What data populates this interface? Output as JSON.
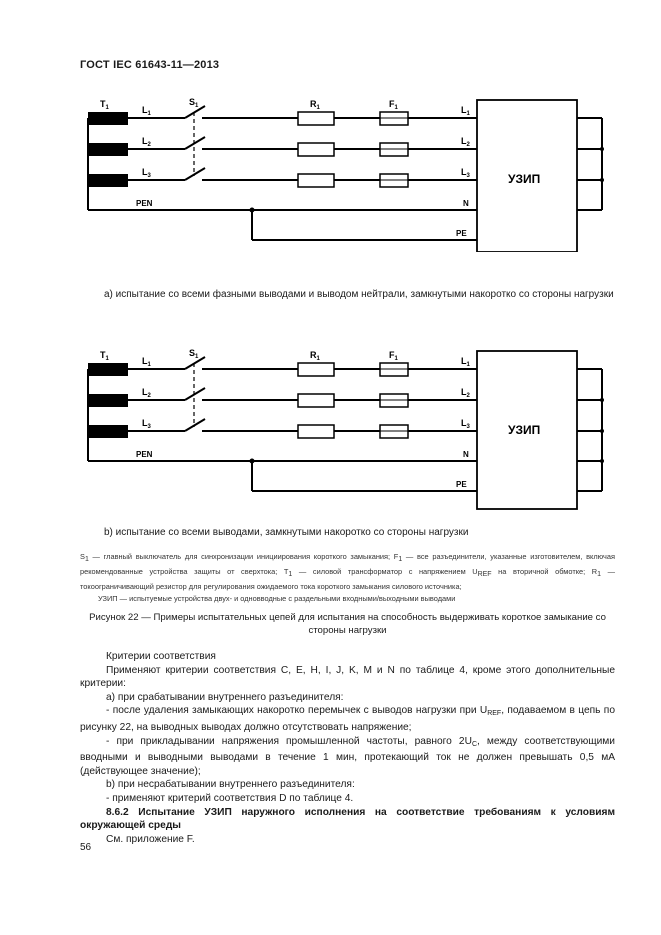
{
  "header": {
    "standard": "ГОСТ IEC 61643-11—2013"
  },
  "diagram_labels": {
    "T": "T",
    "L": "L",
    "S": "S",
    "R": "R",
    "F": "F",
    "one": "1",
    "two": "2",
    "three": "3",
    "PEN": "PEN",
    "N": "N",
    "PE": "PE",
    "spd": "УЗИП"
  },
  "figure_a_caption": "a) испытание со всеми фазными выводами и выводом нейтрали, замкнутыми накоротко со стороны нагрузки",
  "figure_b_caption": "b) испытание со всеми выводами, замкнутыми накоротко со стороны нагрузки",
  "legend_note": {
    "s1": "S",
    "s1_text": " — главный выключатель для синхронизации инициирования короткого замыкания; F",
    "f1_text": " — все разъединители, указанные изготовителем, включая рекомендованные устройства защиты от сверхтока; T",
    "t1_text": " — силовой трансформатор с напряжением U",
    "uref": "REF",
    "uref_text": " на вторичной обмотке; R",
    "r1_text": " — токоограничивающий резистор для регулирования ожидаемого тока короткого замыкания силового источника;",
    "line2": "УЗИП — испытуемые устройства двух- и одновводные с раздельными входными/выходными выводами"
  },
  "figure_title": "Рисунок 22 — Примеры испытательных цепей для испытания на способность выдерживать короткое замыкание со стороны нагрузки",
  "body": {
    "criteria_title": "Критерии соответствия",
    "criteria_intro": "Применяют критерии соответствия С, Е, Н, I, J, K, M и N по таблице 4, кроме этого дополнительные критерии:",
    "a_title": "а) при срабатывании внутреннего разъединителя:",
    "a1_before": "- после удаления замыкающих накоротко перемычек с выводов нагрузки при U",
    "a1_sub": "REF",
    "a1_after": ", подаваемом в цепь по рисунку 22, на выводных выводах должно отсутствовать напряжение;",
    "a2_before": "- при прикладывании напряжения промышленной частоты, равного 2U",
    "a2_sub": "C",
    "a2_after": ", между соответствующими вводными и выводными выводами в течение 1 мин, протекающий ток не должен превышать 0,5 мА (действующее значение);",
    "b_title": "b) при несрабатывании внутреннего разъединителя:",
    "b1": "- применяют критерий соответствия D по таблице 4.",
    "section_heading": "8.6.2 Испытание УЗИП наружного исполнения на соответствие требованиям к условиям окружающей среды",
    "see_annex": "См. приложение F."
  },
  "page_number": "56"
}
